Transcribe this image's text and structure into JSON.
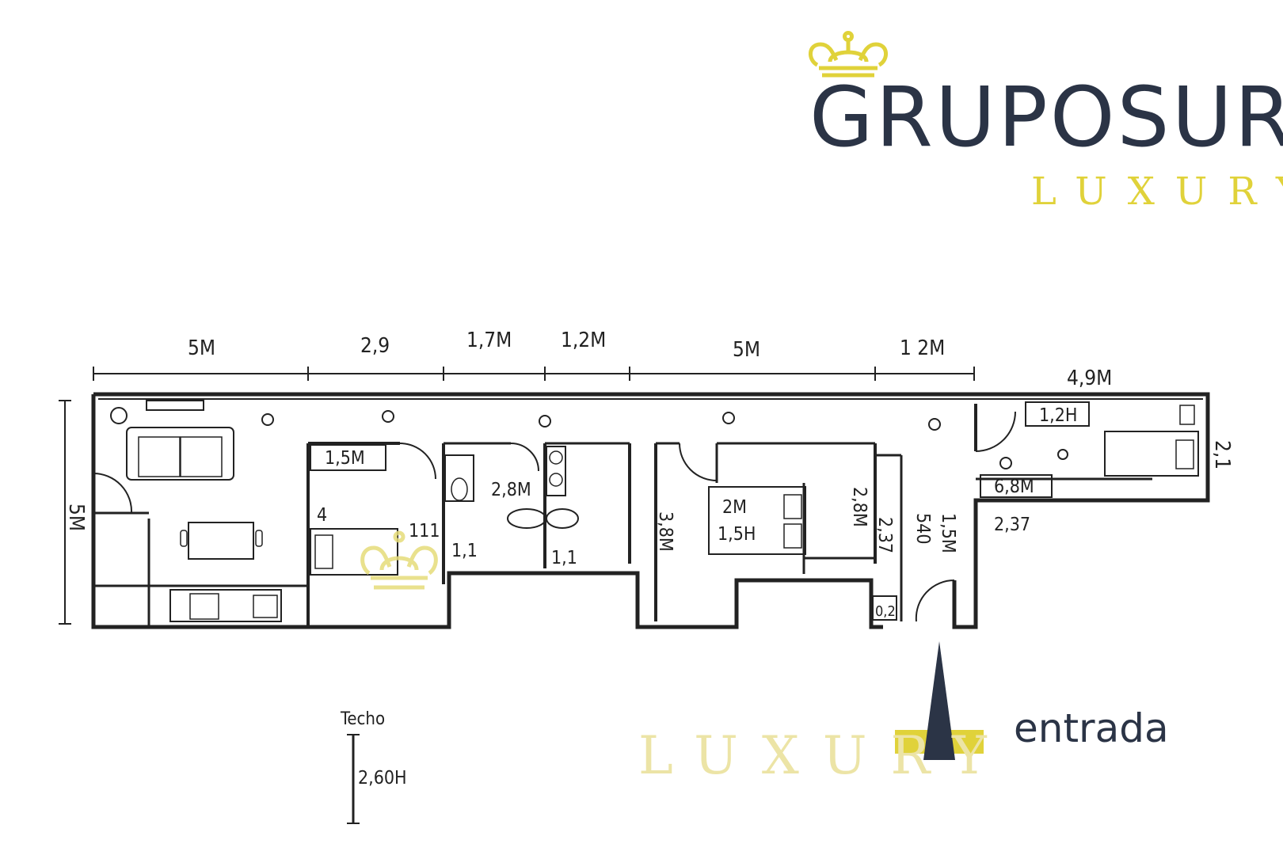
{
  "brand": {
    "name": "GRUPOSUR",
    "tagline": "LUXURY",
    "watermark_tagline": "LUXURY",
    "gold_color": "#e0d23a",
    "navy_color": "#2b3446"
  },
  "top_dimensions": [
    "5M",
    "2,9",
    "1,7M",
    "1,2M",
    "5M",
    "1 2M"
  ],
  "right_wing_dimension": "4,9M",
  "left_dimension": "5M",
  "side_dimension": "2,1",
  "room_labels": {
    "bedroom1_width": "1,5M",
    "bedroom1_depth": "4",
    "bedroom1_side": "111",
    "bath1_width": "1,1",
    "bath_length": "2,8M",
    "bath2_width": "1,1",
    "hall_length": "3,8M",
    "bedroom2_width": "2M",
    "bedroom2_height": "1,5H",
    "bedroom2_depth": "2,8M",
    "corridor_a": "2,37",
    "corridor_b": "540",
    "corridor_c": "1,5M",
    "corridor_d": "2,37",
    "niche": "0,2",
    "bedroom3_height": "1,2H",
    "bedroom3_width": "6,8M"
  },
  "entrance": {
    "label": "entrada"
  },
  "ceiling": {
    "title": "Techo",
    "value": "2,60H"
  }
}
